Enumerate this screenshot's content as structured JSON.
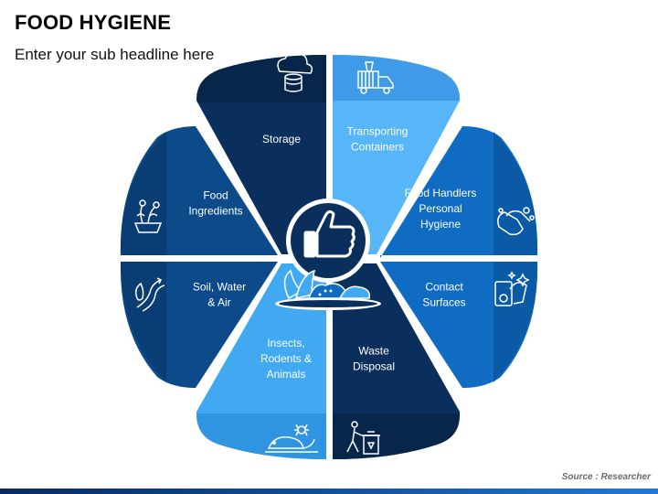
{
  "title": "FOOD HYGIENE",
  "subtitle": "Enter your sub headline here",
  "source": "Source : Researcher",
  "colors": {
    "navy": "#0a2f5c",
    "dark_blue": "#0c4a8a",
    "blue": "#0f6cc2",
    "sky_blue": "#41a9f2",
    "light_blue": "#56b6f7",
    "background": "#ffffff"
  },
  "center_icon": "thumbs-up-with-plate-icon",
  "segments": [
    {
      "lines": [
        "Storage"
      ],
      "icon": "cloud-database-icon",
      "color": "navy"
    },
    {
      "lines": [
        "Transporting",
        "Containers"
      ],
      "icon": "truck-icon",
      "color": "light_blue"
    },
    {
      "lines": [
        "Food Handlers",
        "Personal",
        "Hygiene"
      ],
      "icon": "washing-hands-icon",
      "color": "blue"
    },
    {
      "lines": [
        "Contact",
        "Surfaces"
      ],
      "icon": "cleaning-surface-icon",
      "color": "blue"
    },
    {
      "lines": [
        "Waste",
        "Disposal"
      ],
      "icon": "trash-bin-icon",
      "color": "navy"
    },
    {
      "lines": [
        "Insects,",
        "Rodents &",
        "Animals"
      ],
      "icon": "rodent-insect-icon",
      "color": "sky_blue"
    },
    {
      "lines": [
        "Soil, Water",
        "& Air"
      ],
      "icon": "soil-water-air-icon",
      "color": "dark_blue"
    },
    {
      "lines": [
        "Food",
        "Ingredients"
      ],
      "icon": "ingredients-basket-icon",
      "color": "dark_blue"
    }
  ]
}
